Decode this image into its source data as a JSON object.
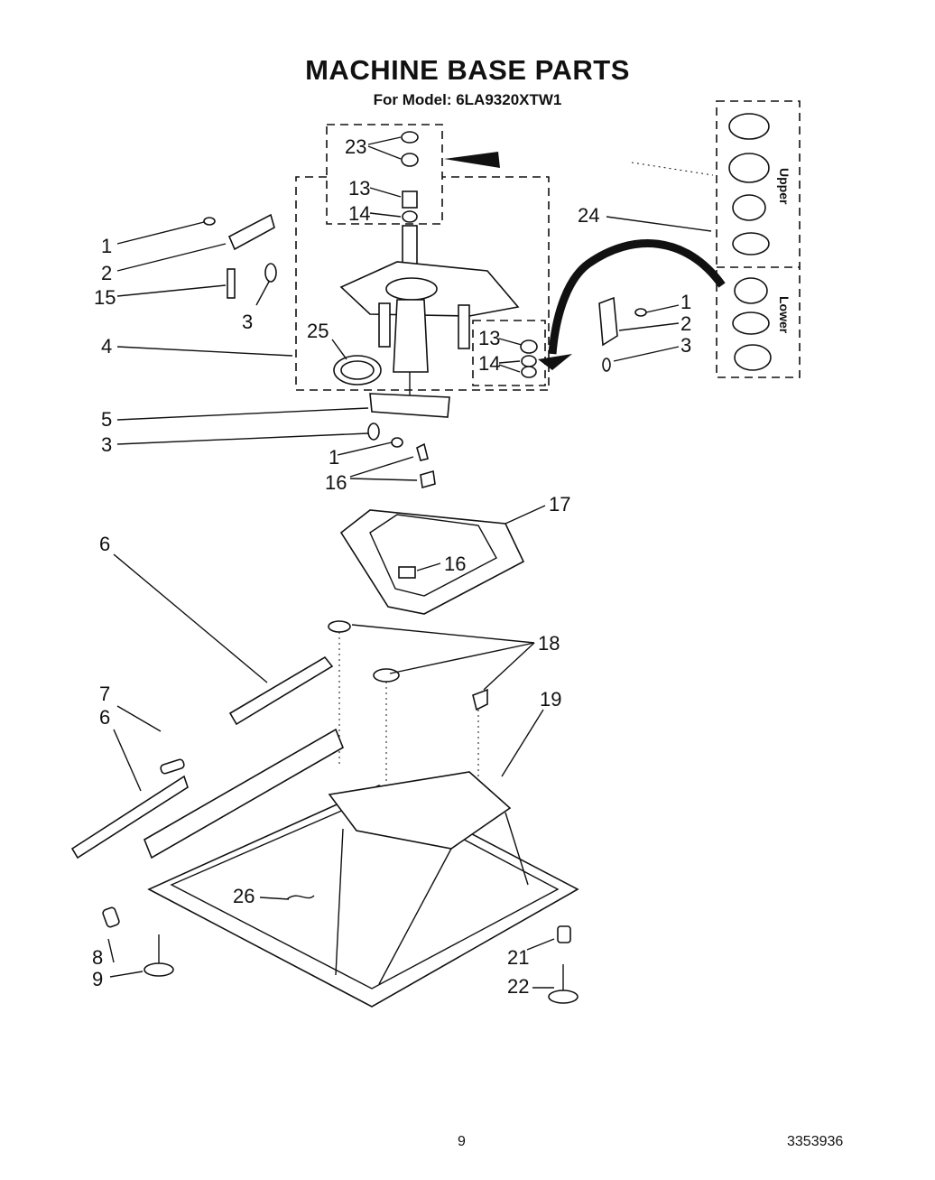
{
  "title": "MACHINE BASE PARTS",
  "subtitle": "For Model: 6LA9320XTW1",
  "side_labels": {
    "upper": "Upper",
    "lower": "Lower"
  },
  "callouts": [
    "1",
    "2",
    "15",
    "3",
    "4",
    "25",
    "5",
    "3",
    "1",
    "16",
    "23",
    "13",
    "14",
    "13",
    "14",
    "24",
    "1",
    "2",
    "3",
    "17",
    "16",
    "6",
    "18",
    "7",
    "6",
    "19",
    "26",
    "8",
    "9",
    "21",
    "22"
  ],
  "footer": {
    "page_number": "9",
    "doc_number": "3353936"
  }
}
